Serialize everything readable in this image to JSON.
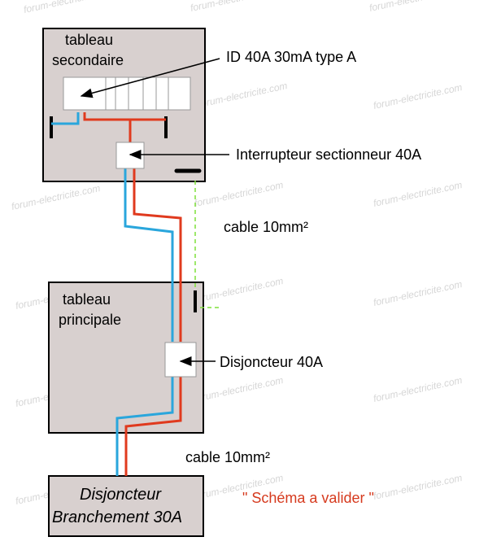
{
  "watermark": "forum-electricite.com",
  "colors": {
    "panel_fill": "#d8d0cf",
    "panel_stroke": "#000000",
    "neutral_wire": "#2aa6dc",
    "phase_wire": "#e03a1e",
    "earth_wire": "#7fe03a",
    "note_color": "#d63a1e"
  },
  "tableau_secondaire": {
    "title_line1": "tableau",
    "title_line2": "secondaire"
  },
  "tableau_principale": {
    "title_line1": "tableau",
    "title_line2": "principale"
  },
  "branchement": {
    "title_line1": "Disjoncteur",
    "title_line2": "Branchement 30A"
  },
  "annotations": {
    "id_label": "ID 40A 30mA type A",
    "interrupteur_label": "Interrupteur sectionneur 40A",
    "cable_upper": "cable 10mm²",
    "disjoncteur_label": "Disjoncteur 40A",
    "cable_lower": "cable 10mm²",
    "note": "\" Schéma a valider \""
  }
}
